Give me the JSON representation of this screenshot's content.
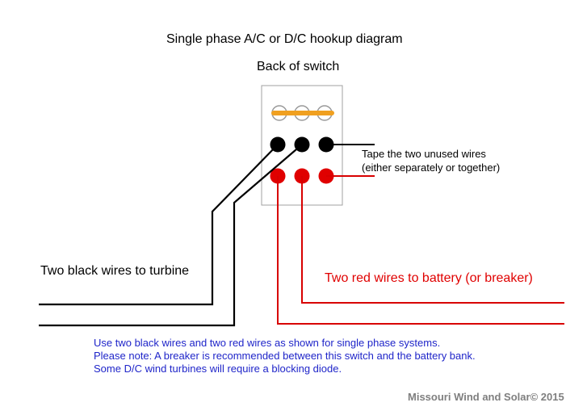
{
  "title": "Single phase A/C or D/C hookup diagram",
  "subtitle": "Back of switch",
  "tape_note": {
    "line1": "Tape the two unused wires",
    "line2": "(either separately or together)"
  },
  "black_wires_label": "Two black wires to turbine",
  "red_wires_label": "Two red wires to battery (or breaker)",
  "notes": [
    "Use two black wires and two red wires as shown for single phase systems.",
    "Please note: A breaker is recommended between this switch and the battery bank.",
    "Some D/C wind turbines will require a blocking diode."
  ],
  "credit": "Missouri Wind and Solar© 2015",
  "colors": {
    "black_wire": "#000000",
    "red_wire": "#d80000",
    "jumper": "#f0a020",
    "note_text": "#1f25c9"
  }
}
